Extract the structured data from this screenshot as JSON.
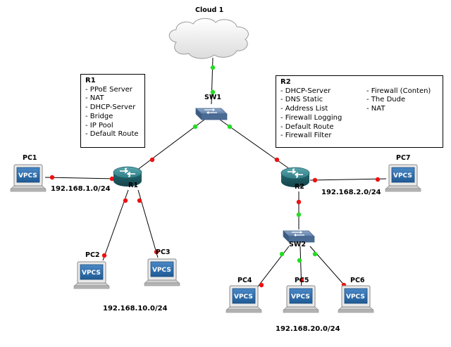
{
  "nodes": {
    "cloud": "Cloud 1",
    "sw1": "SW1",
    "sw2": "SW2",
    "r1": "R1",
    "r2": "R2",
    "pc1": "PC1",
    "pc2": "PC2",
    "pc3": "PC3",
    "pc4": "PC4",
    "pc5": "PC5",
    "pc6": "PC6",
    "pc7": "PC7",
    "vpcs_label": "VPCS"
  },
  "networks": {
    "r1_pc1": "192.168.1.0/24",
    "r2_pc7": "192.168.2.0/24",
    "r1_lan": "192.168.10.0/24",
    "r2_lan": "192.168.20.0/24"
  },
  "notes": {
    "r1": {
      "title": "R1",
      "items": [
        "PPoE Server",
        "NAT",
        "DHCP-Server",
        "Bridge",
        "IP Pool",
        "Default Route"
      ]
    },
    "r2": {
      "title": "R2",
      "col1": [
        "DHCP-Server",
        "DNS Static",
        "Address List",
        "Firewall Logging",
        "Default Route",
        "Firewall Filter"
      ],
      "col2": [
        "Firewall (Conten)",
        "The Dude",
        "NAT"
      ]
    }
  },
  "colors": {
    "link_up": "#22dd22",
    "link_down": "#ee1111",
    "router": "#2f7c86",
    "switch": "#5d7ea8",
    "vpcs_screen": "#2e6da4"
  }
}
